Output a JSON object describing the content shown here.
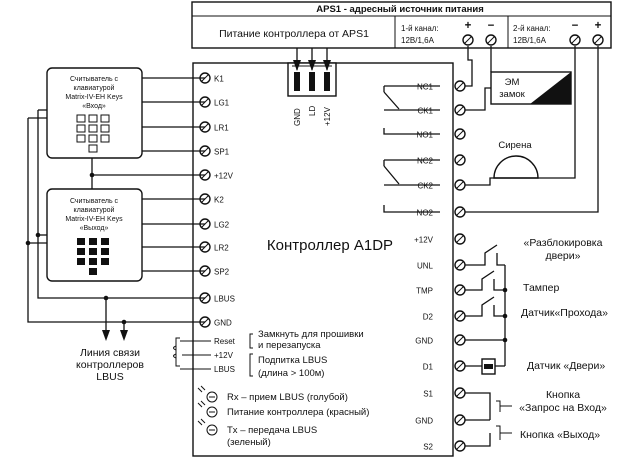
{
  "psu": {
    "title": "APS1 - адресный источник питания",
    "output_label": "Питание контроллера от APS1",
    "ch1_label_a": "1-й канал:",
    "ch1_label_b": "12В/1,6А",
    "ch2_label_a": "2-й канал:",
    "ch2_label_b": "12В/1,6А",
    "plus": "+",
    "minus": "−"
  },
  "connector": {
    "pins": [
      "GND",
      "LD",
      "+12V"
    ]
  },
  "reader_in": {
    "lines": [
      "Считыватель с",
      "клавиатурой",
      "Matrix-IV-EH Keys",
      "«Вход»"
    ]
  },
  "reader_out": {
    "lines": [
      "Считыватель с",
      "клавиатурой",
      "Matrix-IV-EH Keys",
      "«Выход»"
    ]
  },
  "controller": {
    "title": "Контроллер A1DP",
    "left_terminals": [
      "K1",
      "LG1",
      "LR1",
      "SP1",
      "+12V",
      "K2",
      "LG2",
      "LR2",
      "SP2",
      "LBUS",
      "GND"
    ],
    "right_terminals": [
      "NC1",
      "CK1",
      "NO1",
      "NC2",
      "CK2",
      "NO2",
      "+12V",
      "UNL",
      "TMP",
      "D2",
      "GND",
      "D1",
      "S1",
      "GND",
      "S2"
    ],
    "jumper_pins": [
      "Reset",
      "+12V",
      "LBUS"
    ],
    "jumper_note1_a": "Замкнуть для прошивки",
    "jumper_note1_b": "и перезапуска",
    "jumper_note2_a": "Подпитка LBUS",
    "jumper_note2_b": "(длина > 100м)",
    "led_rx": "Rx – прием LBUS (голубой)",
    "led_pwr": "Питание контроллера (красный)",
    "led_tx_a": "Tx – передача LBUS",
    "led_tx_b": "(зеленый)"
  },
  "devices": {
    "lock_a": "ЭМ",
    "lock_b": "замок",
    "siren": "Сирена",
    "unlock_a": "«Разблокировка",
    "unlock_b": "двери»",
    "tamper": "Тампер",
    "pass_sensor": "Датчик«Прохода»",
    "door_sensor": "Датчик «Двери»",
    "btn_enter_a": "Кнопка",
    "btn_enter_b": "«Запрос на Вход»",
    "btn_exit": "Кнопка «Выход»"
  },
  "lbus_line": {
    "lines": [
      "Линия связи",
      "контроллеров",
      "LBUS"
    ]
  }
}
